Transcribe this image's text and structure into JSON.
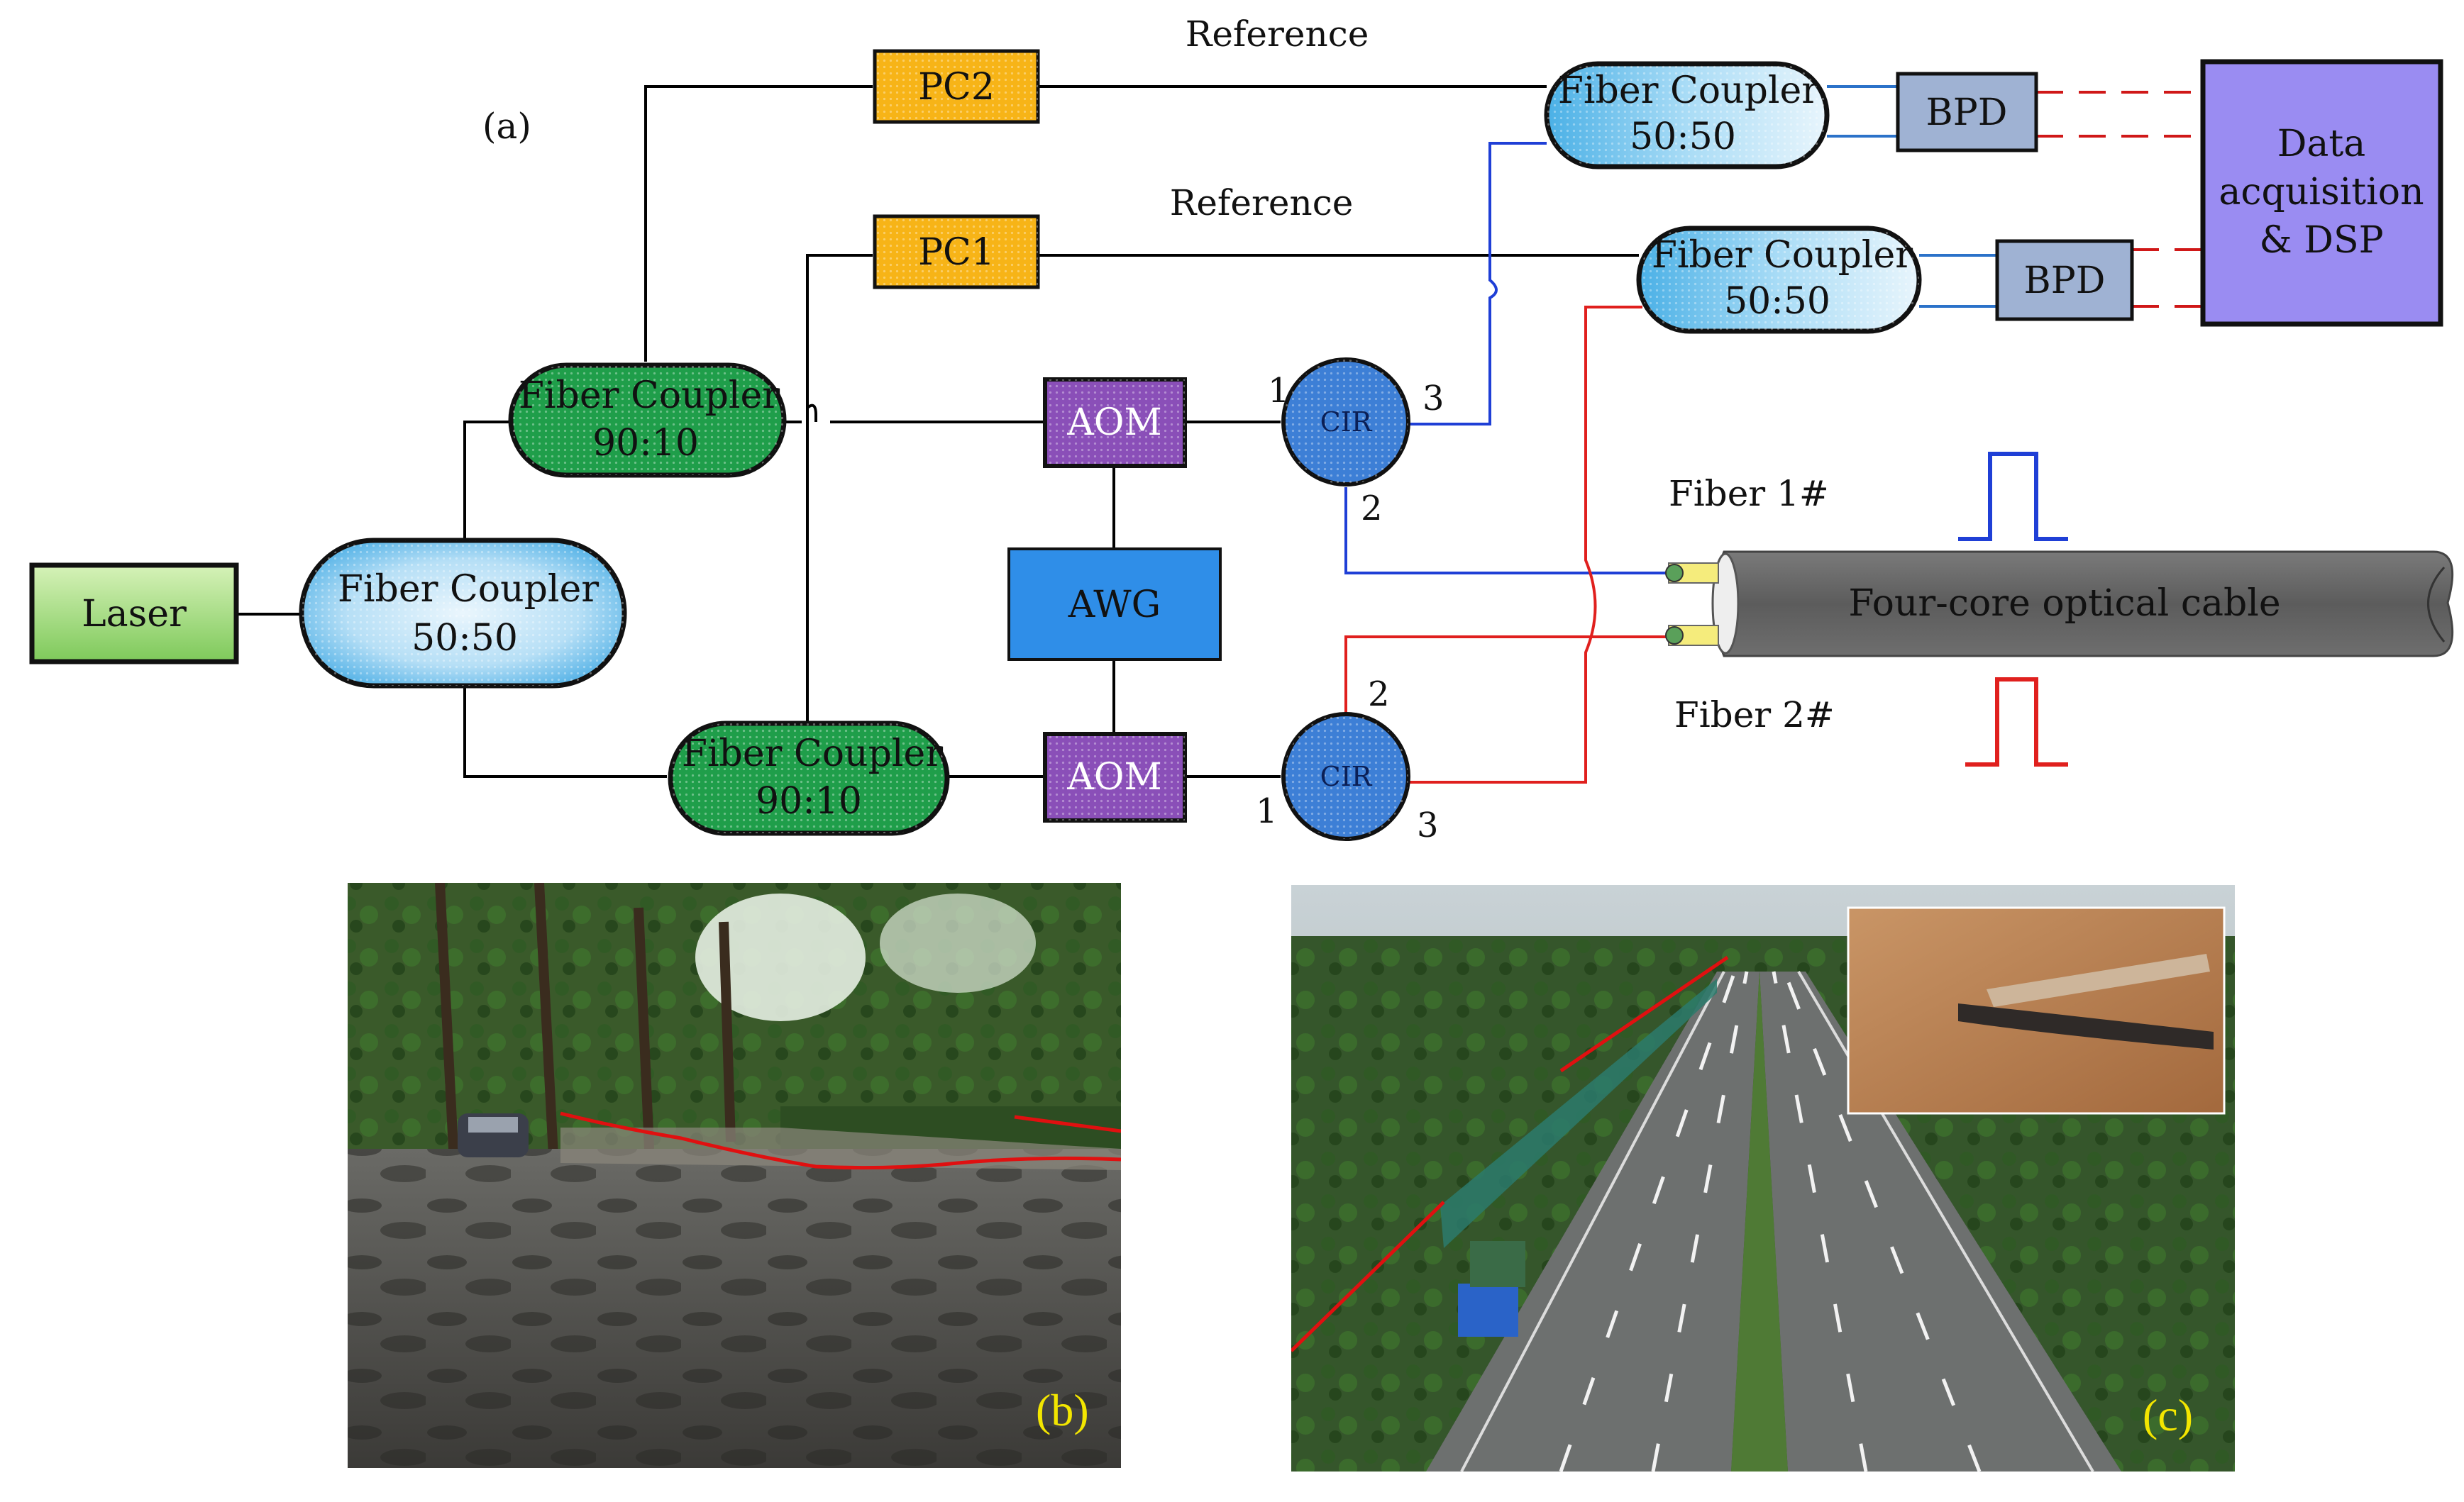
{
  "panel_labels": {
    "a": "(a)",
    "b": "(b)",
    "c": "(c)"
  },
  "components": {
    "laser": "Laser",
    "coupler_main": {
      "name": "Fiber Coupler",
      "ratio": "50:50"
    },
    "coupler_upper": {
      "name": "Fiber Coupler",
      "ratio": "90:10"
    },
    "coupler_lower": {
      "name": "Fiber Coupler",
      "ratio": "90:10"
    },
    "coupler_det1": {
      "name": "Fiber Coupler",
      "ratio": "50:50"
    },
    "coupler_det2": {
      "name": "Fiber Coupler",
      "ratio": "50:50"
    },
    "pc2": "PC2",
    "pc1": "PC1",
    "aom_upper": "AOM",
    "aom_lower": "AOM",
    "awg": "AWG",
    "cir_upper": "CIR",
    "cir_lower": "CIR",
    "bpd1": "BPD",
    "bpd2": "BPD",
    "daq": [
      "Data",
      "acquisition",
      "& DSP"
    ],
    "cable": "Four-core optical cable"
  },
  "labels": {
    "reference_top": "Reference",
    "reference_mid": "Reference",
    "fiber1": "Fiber 1#",
    "fiber2": "Fiber 2#"
  },
  "ports": {
    "cir_upper": [
      "1",
      "2",
      "3"
    ],
    "cir_lower": [
      "1",
      "2",
      "3"
    ]
  },
  "colors": {
    "laser": "#8fd16a",
    "coupler_green": "#1f9e4a",
    "coupler_blue": "#5bb8ea",
    "pc": "#f7b417",
    "aom": "#8a4fb8",
    "awg": "#2f8ee8",
    "cir": "#3d7fd6",
    "bpd": "#9fb2d3",
    "daq": "#9a8cf2",
    "cable": "#5f5f5f",
    "fiber1_path": "#1f3fd6",
    "fiber2_path": "#e0201e",
    "overlay_line": "#e01010",
    "photo_letter": "#f3e600"
  }
}
